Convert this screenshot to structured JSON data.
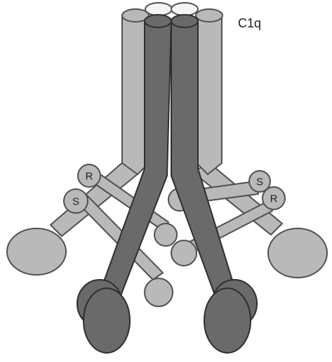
{
  "diagram": {
    "molecule_label": "C1q",
    "site_labels": {
      "left_upper": "R",
      "left_lower": "S",
      "right_upper": "S",
      "right_lower": "R"
    },
    "colors": {
      "light": "#b9b9b9",
      "light_edge": "#505050",
      "dark": "#6a6a6a",
      "dark_edge": "#2e2e2e",
      "tube_top": "#f4f4f4"
    }
  }
}
